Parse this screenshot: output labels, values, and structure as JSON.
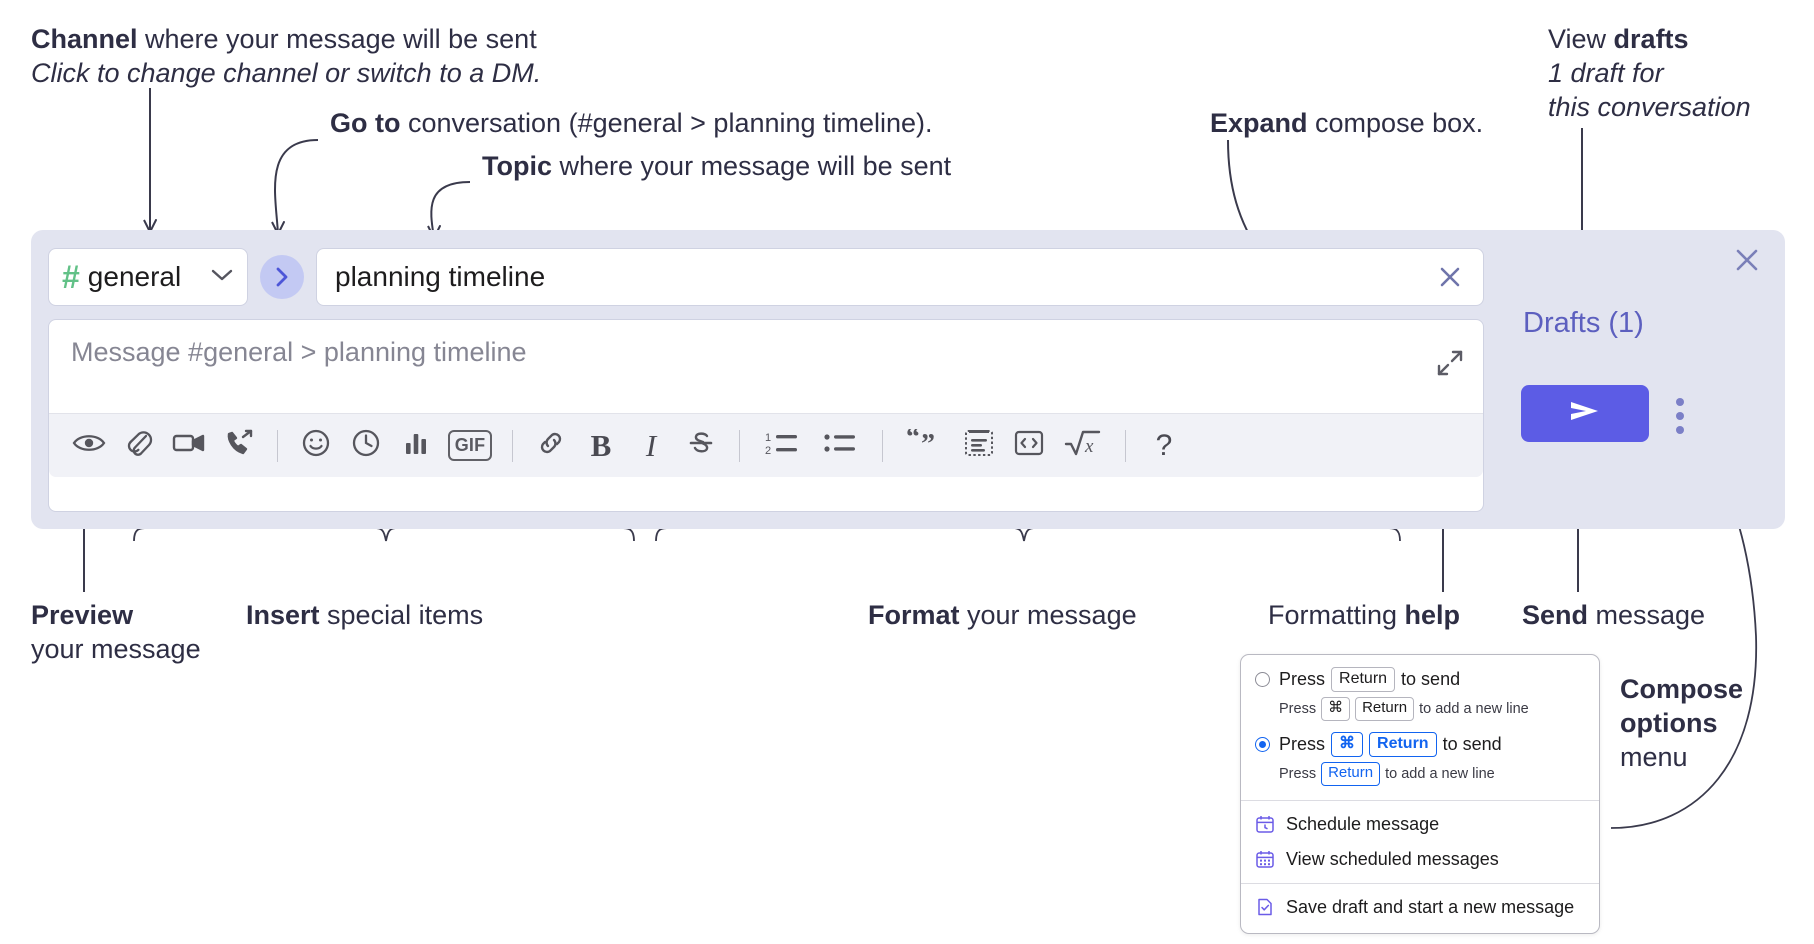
{
  "annotations": {
    "channel": {
      "bold": "Channel",
      "rest": " where your message will be sent",
      "italic": "Click to change channel or switch to a DM."
    },
    "goto": {
      "bold": "Go to",
      "rest": " conversation (#general > planning timeline)."
    },
    "topic": {
      "bold": "Topic",
      "rest": " where your message will be sent"
    },
    "expand": {
      "bold": "Expand",
      "rest": " compose box."
    },
    "drafts": {
      "plain": "View ",
      "bold": "drafts",
      "italic1": "1 draft for",
      "italic2": "this conversation"
    },
    "preview": {
      "bold": "Preview",
      "rest": "your message"
    },
    "insert": {
      "bold": "Insert",
      "rest": " special items"
    },
    "format": {
      "bold": "Format",
      "rest": " your message"
    },
    "help": {
      "plain": "Formatting ",
      "bold": "help"
    },
    "send": {
      "bold": "Send",
      "rest": " message"
    },
    "compose_options": {
      "bold1": "Compose",
      "bold2": "options",
      "plain": "menu"
    }
  },
  "compose": {
    "channel": {
      "hash": "#",
      "name": "general",
      "icon": "hash-icon",
      "chevron": "chevron-down-icon"
    },
    "goto_button_icon": "chevron-right-icon",
    "topic": {
      "value": "planning timeline",
      "clear_icon": "close-icon"
    },
    "message": {
      "placeholder": "Message #general > planning timeline",
      "value": "",
      "expand_icon": "expand-icon"
    },
    "toolbar": [
      {
        "name": "preview-button",
        "icon": "eye-icon"
      },
      {
        "name": "attach-button",
        "icon": "paperclip-icon"
      },
      {
        "name": "video-button",
        "icon": "video-camera-icon"
      },
      {
        "name": "huddle-button",
        "icon": "phone-forward-icon"
      },
      {
        "name": "emoji-button",
        "icon": "smiley-icon"
      },
      {
        "name": "reminder-button",
        "icon": "clock-icon"
      },
      {
        "name": "poll-button",
        "icon": "bar-chart-icon"
      },
      {
        "name": "gif-button",
        "icon": "gif-icon",
        "label": "GIF"
      },
      {
        "name": "link-button",
        "icon": "link-icon"
      },
      {
        "name": "bold-button",
        "icon": "bold-icon",
        "label": "B"
      },
      {
        "name": "italic-button",
        "icon": "italic-icon",
        "label": "I"
      },
      {
        "name": "strikethrough-button",
        "icon": "strikethrough-icon"
      },
      {
        "name": "ordered-list-button",
        "icon": "numbered-list-icon"
      },
      {
        "name": "bulleted-list-button",
        "icon": "bulleted-list-icon"
      },
      {
        "name": "blockquote-button",
        "icon": "quote-icon"
      },
      {
        "name": "code-block-button",
        "icon": "code-block-icon"
      },
      {
        "name": "inline-code-button",
        "icon": "code-brackets-icon"
      },
      {
        "name": "latex-button",
        "icon": "square-root-icon"
      },
      {
        "name": "formatting-help-button",
        "icon": "question-mark-icon",
        "label": "?"
      }
    ],
    "rail": {
      "close_icon": "close-icon",
      "drafts_label": "Drafts (1)",
      "send_icon": "send-paper-plane-icon",
      "kebab_icon": "kebab-menu-icon"
    }
  },
  "popup": {
    "options": [
      {
        "selected": false,
        "main_pre": "Press",
        "main_key": "Return",
        "main_post": "to send",
        "sub_pre": "Press",
        "sub_key1": "⌘",
        "sub_key2": "Return",
        "sub_post": "to add a new line"
      },
      {
        "selected": true,
        "main_pre": "Press",
        "main_key1": "⌘",
        "main_key2": "Return",
        "main_post": "to send",
        "sub_pre": "Press",
        "sub_key": "Return",
        "sub_post": "to add a new line"
      }
    ],
    "menu": [
      {
        "label": "Schedule message",
        "icon": "calendar-clock-icon"
      },
      {
        "label": "View scheduled messages",
        "icon": "calendar-grid-icon"
      },
      {
        "label": "Save draft and start a new message",
        "icon": "document-check-icon"
      }
    ]
  },
  "colors": {
    "accent": "#5c5ce5",
    "drafts_text": "#5c5fbf",
    "hash_green": "#62c187",
    "shell_bg": "#e2e4f0",
    "toolbar_bg": "#f1f2f7",
    "selected_blue": "#1264f0",
    "menu_icon_purple": "#6b5ce7"
  }
}
